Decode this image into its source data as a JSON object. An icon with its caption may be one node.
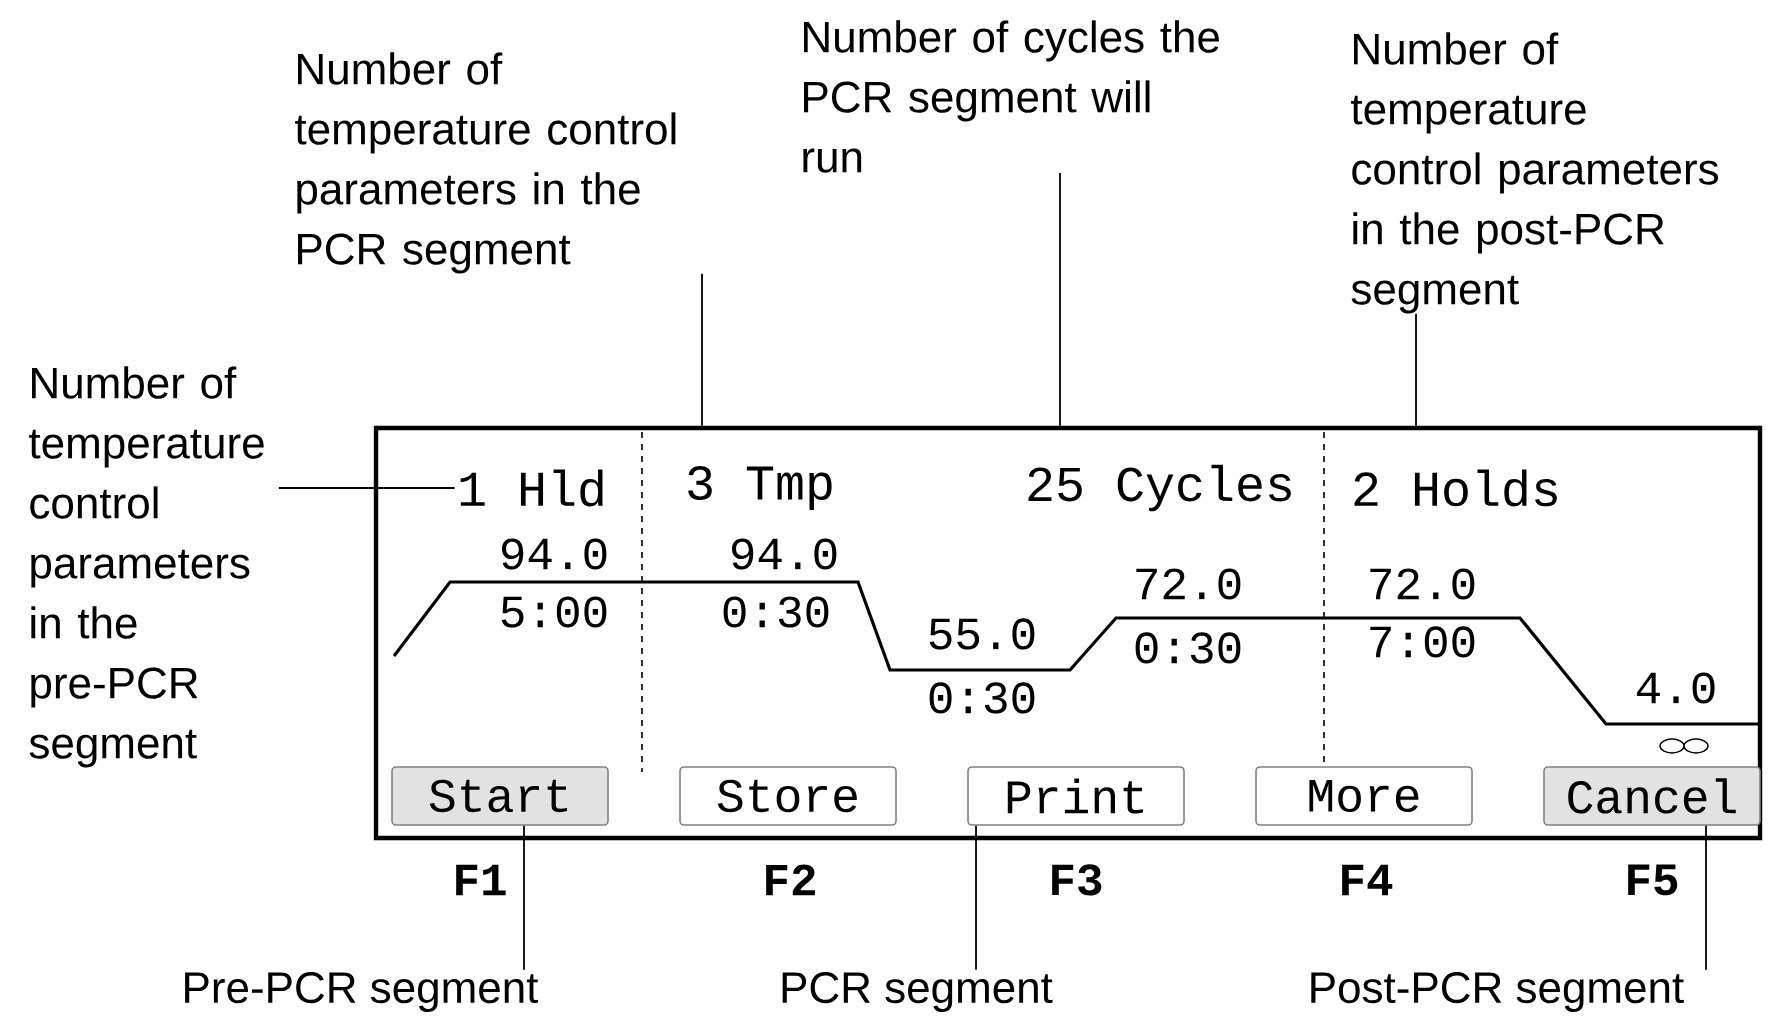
{
  "diagram": {
    "nodes": [
      {
        "text": [],
        "shape": "box"
      },
      {
        "text": [
          "1 Hld"
        ],
        "in": 0
      },
      {
        "text": [
          "3 Tmp"
        ],
        "in": 0
      },
      {
        "text": [
          "25 Cycles"
        ],
        "in": 0
      },
      {
        "text": [
          "2 Holds"
        ],
        "in": 0
      },
      {
        "text": [
          "Start"
        ],
        "in": 0
      },
      {
        "text": [
          "Store"
        ],
        "in": 0
      },
      {
        "text": [
          "Print"
        ],
        "in": 0
      },
      {
        "text": [
          "More"
        ],
        "in": 0
      },
      {
        "text": [
          "Cancel"
        ],
        "in": 0
      },
      {
        "text": [
          "Number of temperature control parameters in the pre-PCR segment"
        ]
      },
      {
        "text": [
          "Number of temperature control parameters in the PCR segment"
        ]
      },
      {
        "text": [
          "Number of cycles the PCR segment will run"
        ]
      },
      {
        "text": [
          "Number of temperature control parameters in the post-PCR segment"
        ]
      },
      {
        "text": [
          "Pre-PCR segment"
        ]
      },
      {
        "text": [
          "PCR segment"
        ]
      },
      {
        "text": [
          "Post-PCR segment"
        ]
      }
    ],
    "edges": [
      {
        "from": 10,
        "to": 1,
        "arrow": "none"
      },
      {
        "from": 11,
        "to": 0,
        "arrow": "none"
      },
      {
        "from": 12,
        "to": 0,
        "arrow": "none"
      },
      {
        "from": 13,
        "to": 0,
        "arrow": "none"
      },
      {
        "from": 14,
        "to": 5,
        "arrow": "none"
      },
      {
        "from": 15,
        "to": 7,
        "arrow": "none"
      },
      {
        "from": 16,
        "to": 9,
        "arrow": "none"
      }
    ],
    "labels": [
      "94.0",
      "5:00",
      "94.0",
      "0:30",
      "55.0",
      "0:30",
      "72.0",
      "0:30",
      "72.0",
      "7:00",
      "4.0",
      "F1",
      "F2",
      "F3",
      "F4",
      "F5"
    ]
  }
}
